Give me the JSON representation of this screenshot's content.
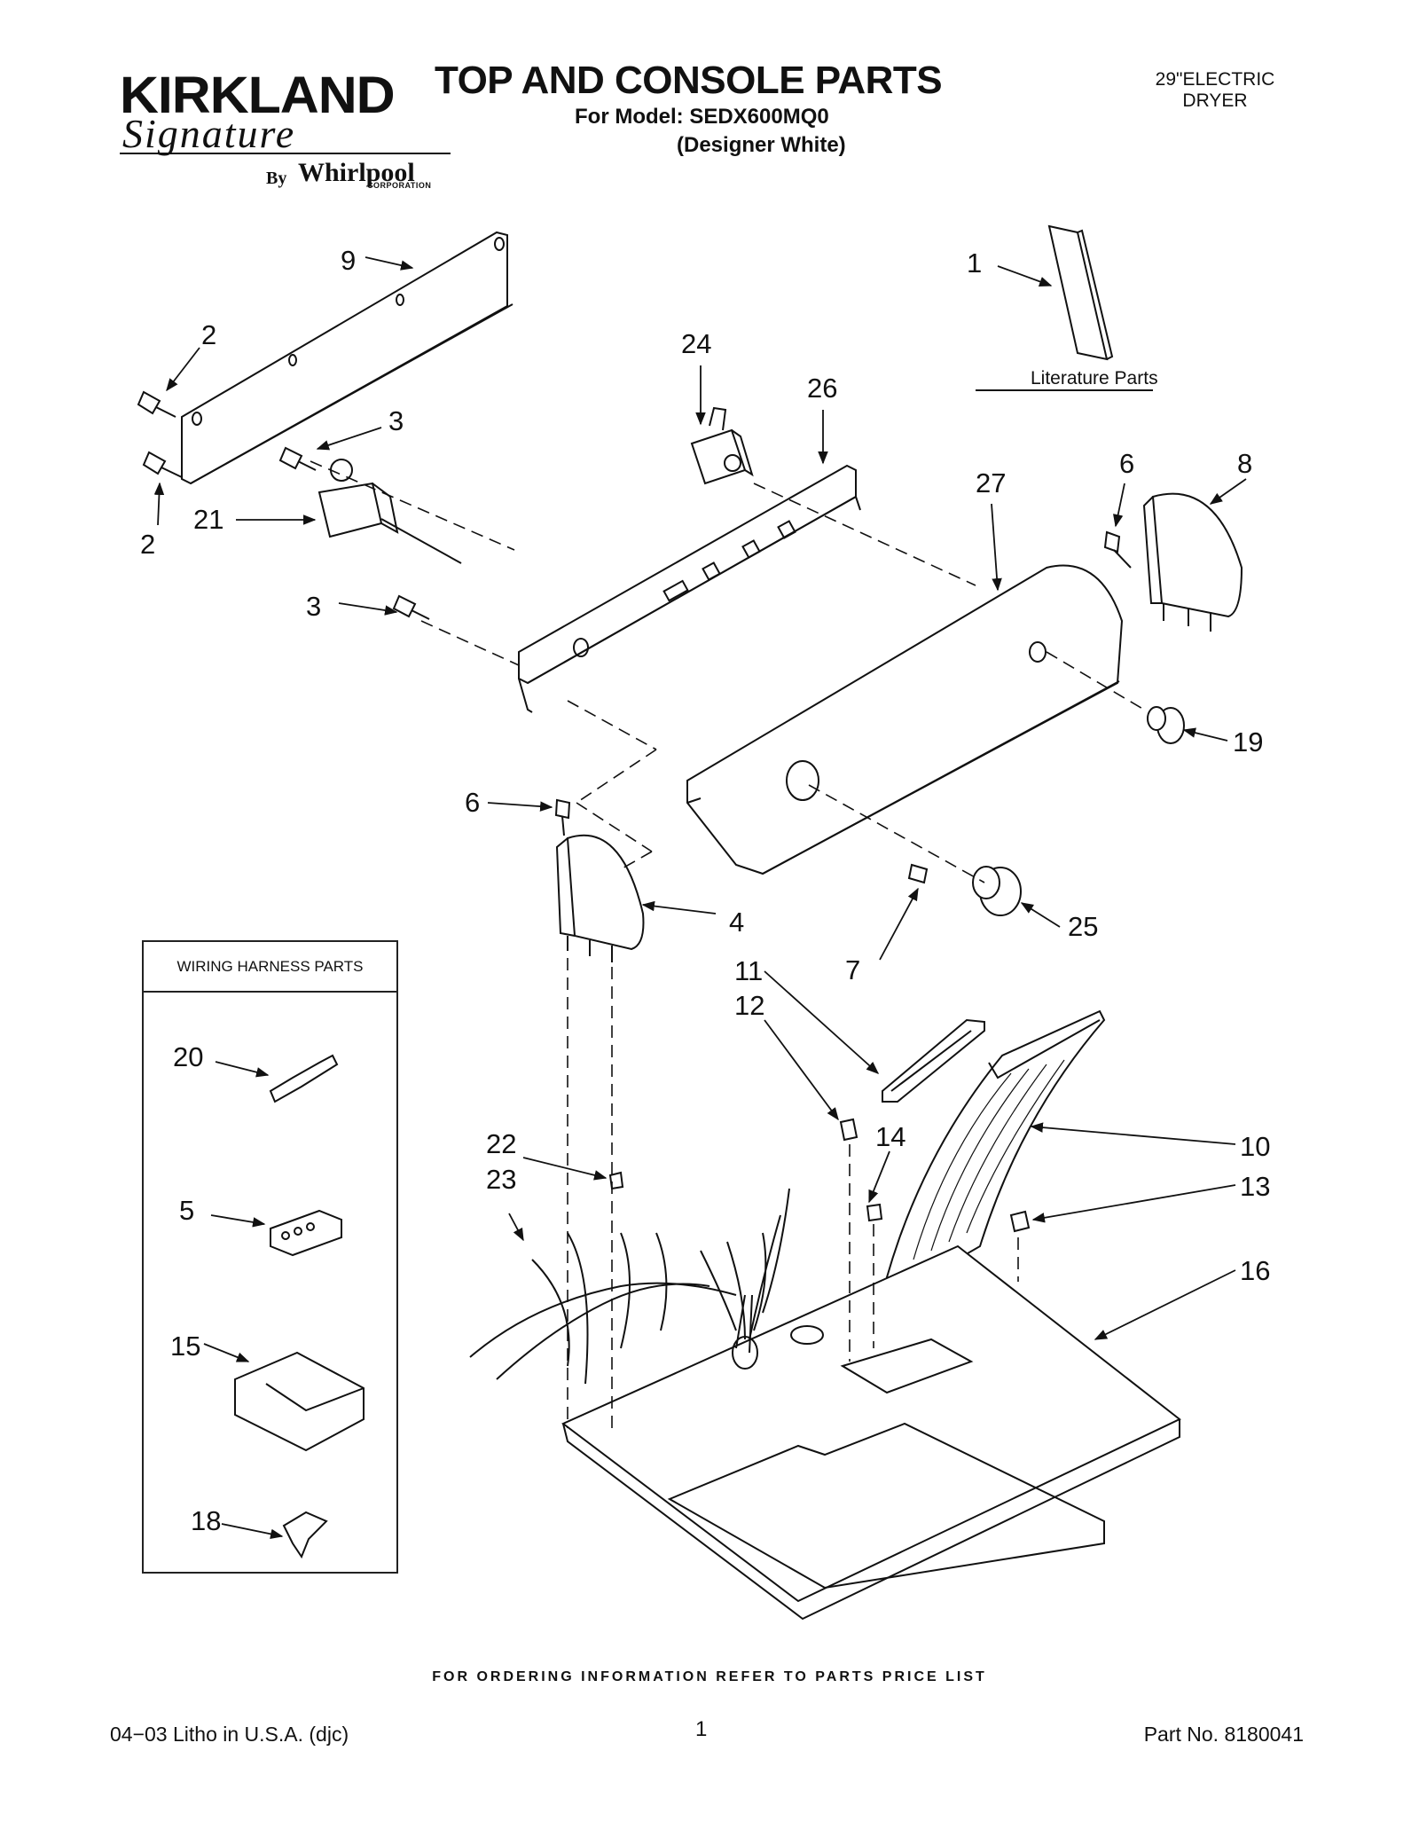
{
  "header": {
    "brand": "KIRKLAND",
    "brand_script": "Signature",
    "by": "By",
    "maker": "Whirlpool",
    "maker_corp": "CORPORATION",
    "title": "TOP AND CONSOLE PARTS",
    "model_line": "For Model: SEDX600MQ0",
    "finish_line": "(Designer White)",
    "dryer_type_line1": "29\"ELECTRIC",
    "dryer_type_line2": "DRYER"
  },
  "literature": {
    "label": "Literature Parts"
  },
  "wiring_box": {
    "title": "WIRING HARNESS PARTS"
  },
  "callouts": {
    "c1": "1",
    "c2a": "2",
    "c2b": "2",
    "c3a": "3",
    "c3b": "3",
    "c4": "4",
    "c5": "5",
    "c6a": "6",
    "c6b": "6",
    "c7": "7",
    "c8": "8",
    "c9": "9",
    "c10": "10",
    "c11": "11",
    "c12": "12",
    "c13": "13",
    "c14": "14",
    "c15": "15",
    "c16": "16",
    "c18": "18",
    "c19": "19",
    "c20": "20",
    "c21": "21",
    "c22": "22",
    "c23": "23",
    "c24": "24",
    "c25": "25",
    "c26": "26",
    "c27": "27"
  },
  "footer": {
    "order_note": "FOR ORDERING INFORMATION REFER TO PARTS PRICE LIST",
    "print_info": "04−03 Litho in U.S.A. (djc)",
    "page_number": "1",
    "part_number": "Part No. 8180041"
  }
}
